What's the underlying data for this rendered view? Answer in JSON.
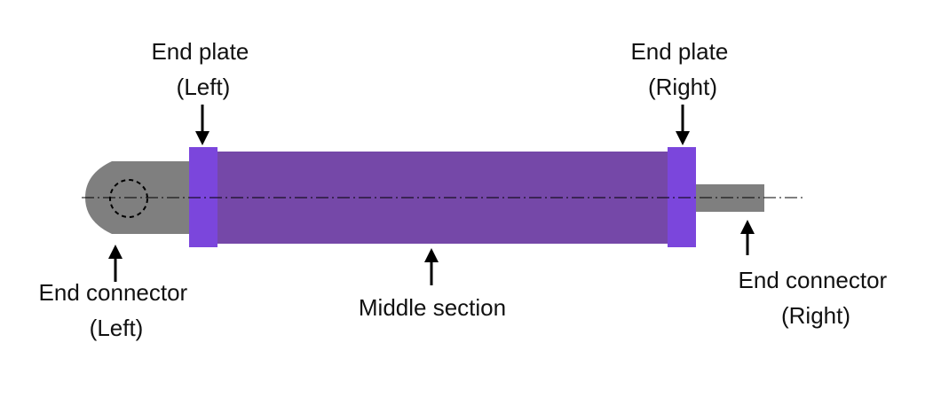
{
  "labels": {
    "end_plate_left": [
      "End plate",
      "(Left)"
    ],
    "end_plate_right": [
      "End plate",
      "(Right)"
    ],
    "end_connector_left": [
      "End connector",
      "(Left)"
    ],
    "middle_section": [
      "Middle section"
    ],
    "end_connector_right": [
      "End connector",
      "(Right)"
    ]
  },
  "colors": {
    "middle_section": "#7548a8",
    "end_plate": "#7b46dc",
    "connector": "#7f7f7f",
    "arrow": "#000000",
    "text": "#111111"
  }
}
